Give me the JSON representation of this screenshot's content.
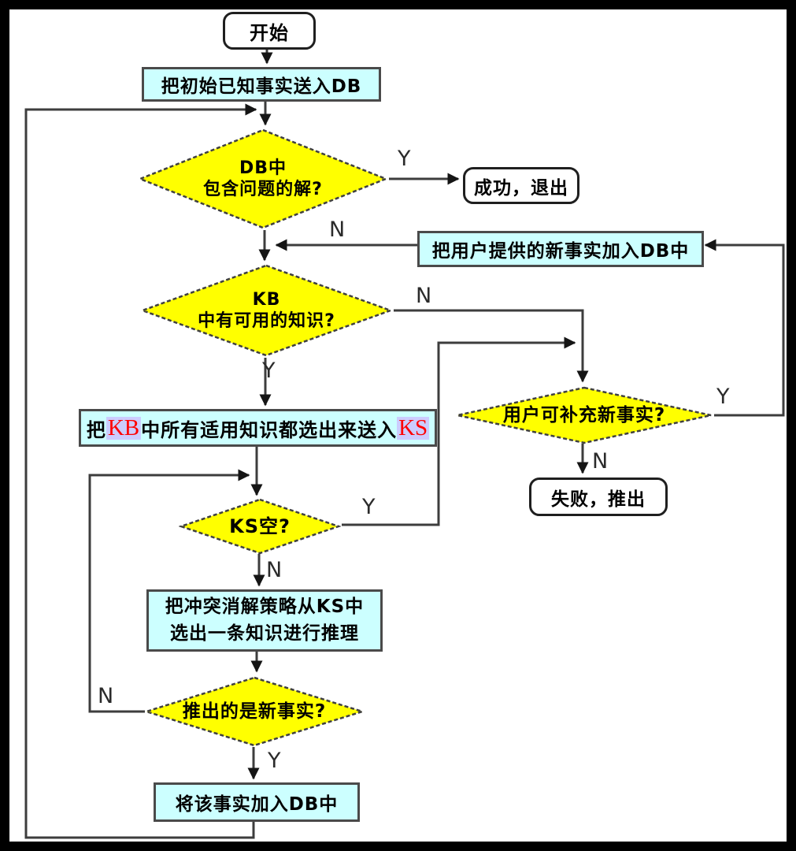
{
  "diagram": {
    "type": "flowchart",
    "language": "zh-CN",
    "nodes": {
      "start": {
        "label": "开始"
      },
      "init_facts": {
        "label": "把初始已知事实送入DB"
      },
      "db_has_solution": {
        "line1": "DB中",
        "line2": "包含问题的解?"
      },
      "success_exit": {
        "label": "成功，退出"
      },
      "add_user_facts": {
        "label": "把用户提供的新事实加入DB中"
      },
      "kb_has_knowledge": {
        "line1": "KB",
        "line2": "中有可用的知识?"
      },
      "select_knowledge": {
        "prefix": "把",
        "kb": "KB",
        "middle": "中所有适用知识都选出来送入",
        "ks": "KS"
      },
      "ks_empty": {
        "label": "KS空?"
      },
      "user_can_supplement": {
        "label": "用户可补充新事实?"
      },
      "fail_exit": {
        "label": "失败，推出"
      },
      "conflict_resolve": {
        "line1": "把冲突消解策略从KS中",
        "line2": "选出一条知识进行推理"
      },
      "is_new_fact": {
        "label": "推出的是新事实?"
      },
      "add_fact_to_db": {
        "label": "将该事实加入DB中"
      }
    },
    "edge_labels": {
      "db_has_solution_yes": "Y",
      "db_has_solution_no": "N",
      "kb_has_knowledge_no": "N",
      "kb_has_knowledge_yes": "Y",
      "ks_empty_yes": "Y",
      "ks_empty_no": "N",
      "user_can_supplement_yes": "Y",
      "user_can_supplement_no": "N",
      "is_new_fact_no": "N",
      "is_new_fact_yes": "Y"
    },
    "colors": {
      "process_fill": "#ccffff",
      "decision_fill": "#ffff00",
      "terminator_fill": "#ffffff",
      "highlight_fill": "#ccccff",
      "highlight_text": "#ff0000",
      "line": "#3d3d3d",
      "frame": "#000000"
    }
  }
}
